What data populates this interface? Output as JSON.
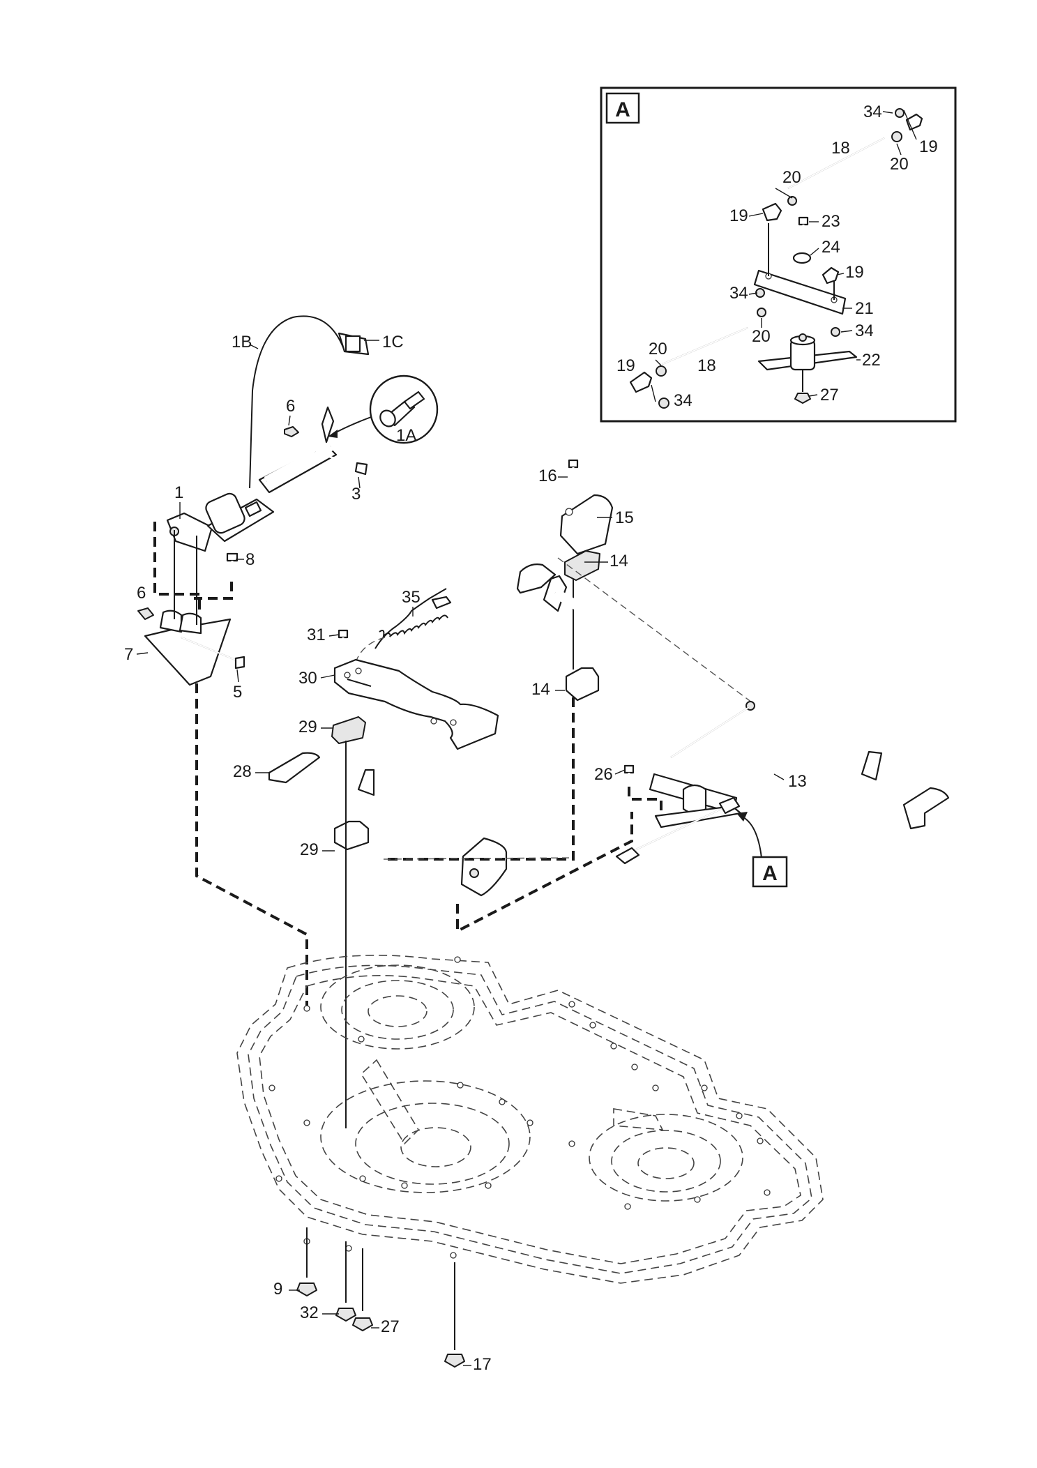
{
  "diagram": {
    "detail_box_letter": "A",
    "callout_box_letter": "A",
    "callouts": [
      {
        "id": "c-1",
        "text": "1"
      },
      {
        "id": "c-1A",
        "text": "1A"
      },
      {
        "id": "c-1B",
        "text": "1B"
      },
      {
        "id": "c-1C",
        "text": "1C"
      },
      {
        "id": "c-3",
        "text": "3"
      },
      {
        "id": "c-5",
        "text": "5"
      },
      {
        "id": "c-6a",
        "text": "6"
      },
      {
        "id": "c-6b",
        "text": "6"
      },
      {
        "id": "c-7",
        "text": "7"
      },
      {
        "id": "c-8",
        "text": "8"
      },
      {
        "id": "c-9",
        "text": "9"
      },
      {
        "id": "c-13",
        "text": "13"
      },
      {
        "id": "c-14a",
        "text": "14"
      },
      {
        "id": "c-14b",
        "text": "14"
      },
      {
        "id": "c-15",
        "text": "15"
      },
      {
        "id": "c-16",
        "text": "16"
      },
      {
        "id": "c-17",
        "text": "17"
      },
      {
        "id": "c-26",
        "text": "26"
      },
      {
        "id": "c-27",
        "text": "27"
      },
      {
        "id": "c-28",
        "text": "28"
      },
      {
        "id": "c-29a",
        "text": "29"
      },
      {
        "id": "c-29b",
        "text": "29"
      },
      {
        "id": "c-30",
        "text": "30"
      },
      {
        "id": "c-31",
        "text": "31"
      },
      {
        "id": "c-32",
        "text": "32"
      },
      {
        "id": "c-35",
        "text": "35"
      },
      {
        "id": "d-34a",
        "text": "34"
      },
      {
        "id": "d-19a",
        "text": "19"
      },
      {
        "id": "d-20a",
        "text": "20"
      },
      {
        "id": "d-18a",
        "text": "18"
      },
      {
        "id": "d-20b",
        "text": "20"
      },
      {
        "id": "d-19b",
        "text": "19"
      },
      {
        "id": "d-23",
        "text": "23"
      },
      {
        "id": "d-24",
        "text": "24"
      },
      {
        "id": "d-19c",
        "text": "19"
      },
      {
        "id": "d-34b",
        "text": "34"
      },
      {
        "id": "d-21",
        "text": "21"
      },
      {
        "id": "d-20c",
        "text": "20"
      },
      {
        "id": "d-34c",
        "text": "34"
      },
      {
        "id": "d-20d",
        "text": "20"
      },
      {
        "id": "d-22",
        "text": "22"
      },
      {
        "id": "d-18b",
        "text": "18"
      },
      {
        "id": "d-19d",
        "text": "19"
      },
      {
        "id": "d-34d",
        "text": "34"
      },
      {
        "id": "d-27",
        "text": "27"
      }
    ]
  }
}
